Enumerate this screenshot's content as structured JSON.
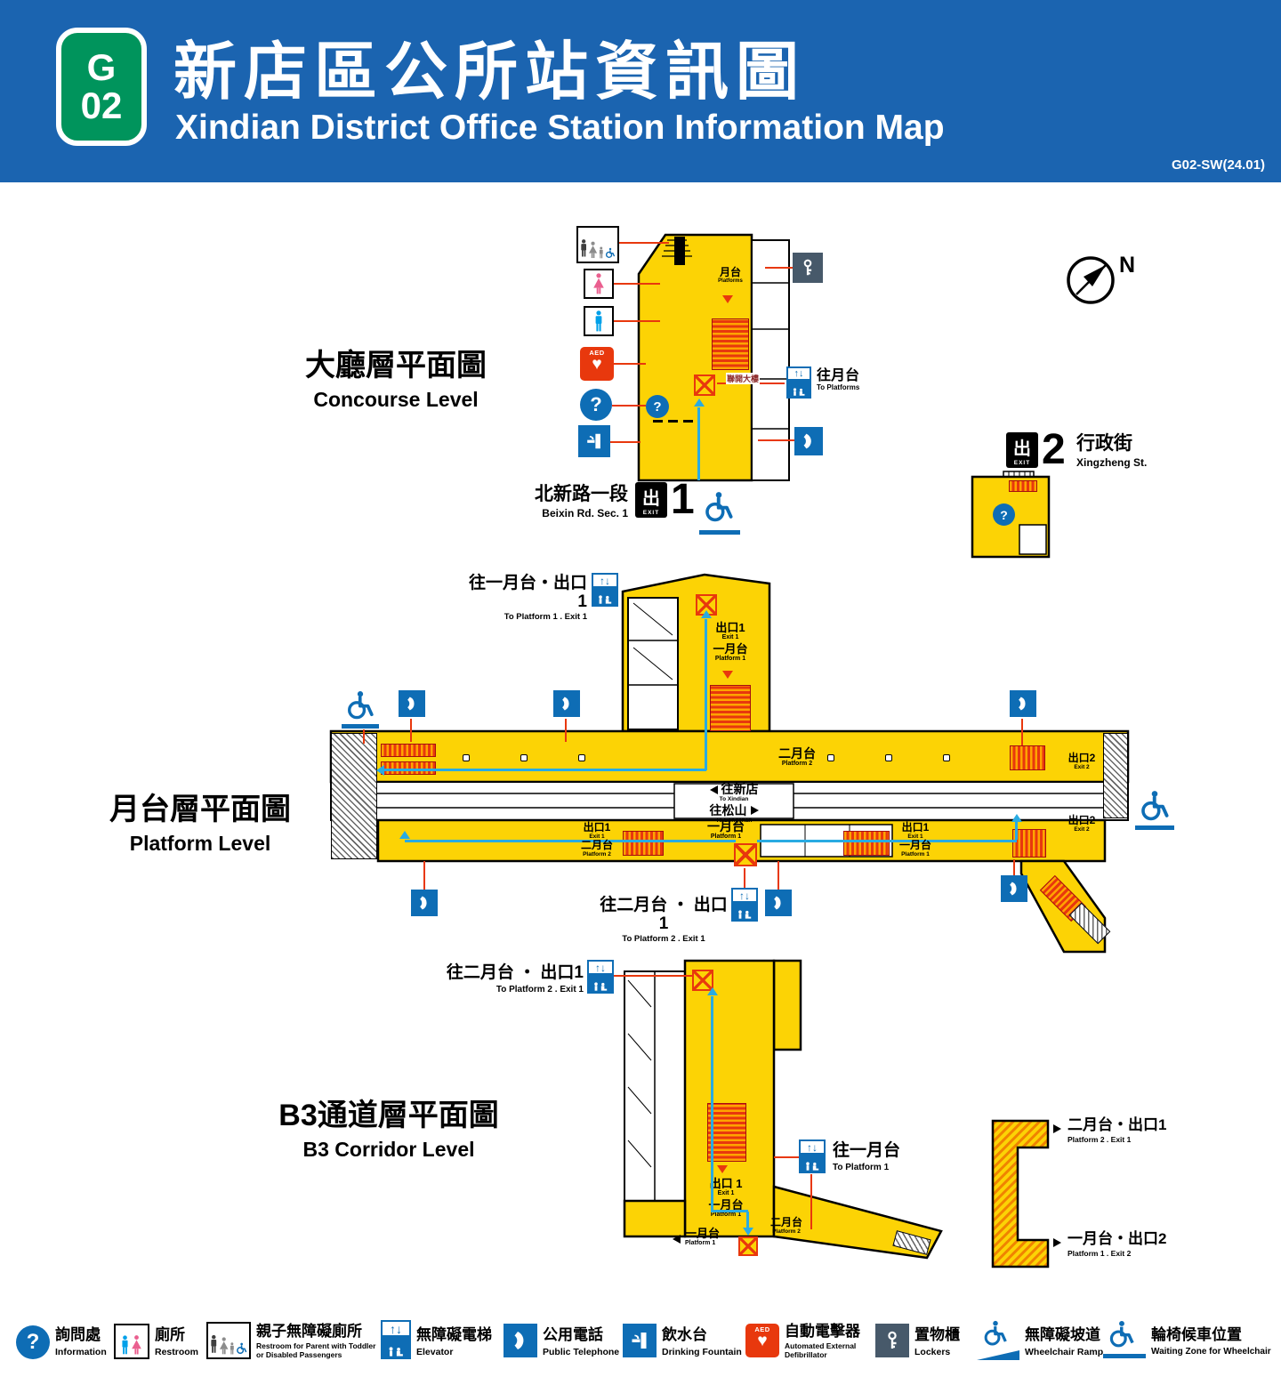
{
  "colors": {
    "header_blue": "#1b64b0",
    "line_green": "#00945c",
    "floor_yellow": "#fcd305",
    "alert_red": "#e8380d",
    "icon_blue": "#0e6db5",
    "route_cyan": "#29abe2"
  },
  "glyphs": {
    "question_mark": "?",
    "arrow_up": "↑",
    "arrow_down": "↓",
    "aed_label": "AED",
    "heart": "♥",
    "compass_north": "N"
  },
  "exits": {
    "char": "出",
    "word": "EXIT",
    "num1": "1",
    "num2": "2"
  },
  "header": {
    "line_letter": "G",
    "line_number": "02",
    "title_zh": "新店區公所站資訊圖",
    "title_en": "Xindian District Office Station Information Map",
    "version": "G02-SW(24.01)"
  },
  "concourse": {
    "label_zh": "大廳層平面圖",
    "label_en": "Concourse Level",
    "platforms_zh": "月台",
    "platforms_en": "Platforms",
    "to_platforms_zh": "往月台",
    "to_platforms_en": "To Platforms",
    "joint_building_zh": "聯開大樓",
    "exit1_road_zh": "北新路一段",
    "exit1_road_en": "Beixin Rd. Sec. 1",
    "exit2_road_zh": "行政街",
    "exit2_road_en": "Xingzheng St."
  },
  "platform": {
    "label_zh": "月台層平面圖",
    "label_en": "Platform Level",
    "route_p1_exit1_zh": "往一月台・出口1",
    "route_p1_exit1_en": "To Platform 1 . Exit 1",
    "route_p2_exit1_zh": "往二月台 ・ 出口1",
    "route_p2_exit1_en": "To Platform 2 . Exit 1",
    "stalk_exit1_zh": "出口1",
    "stalk_exit1_en": "Exit 1",
    "stalk_p1_zh": "一月台",
    "stalk_p1_en": "Platform 1",
    "platform2_zh": "二月台",
    "platform2_en": "Platform 2",
    "to_xindian_zh": "往新店",
    "to_xindian_en": "To Xindian",
    "to_songshan_zh": "往松山",
    "to_songshan_en": "To Songshan",
    "platform1_zh": "一月台",
    "platform1_en": "Platform 1",
    "left_exit1_zh": "出口1",
    "left_exit1_en": "Exit 1",
    "left_p2_zh": "二月台",
    "left_p2_en": "Platform 2",
    "right_exit1_zh": "出口1",
    "right_exit1_en": "Exit 1",
    "right_p1_zh": "一月台",
    "right_p1_en": "Platform 1",
    "exit2_upper_zh": "出口2",
    "exit2_upper_en": "Exit 2",
    "exit2_lower_zh": "出口2",
    "exit2_lower_en": "Exit 2"
  },
  "b3": {
    "label_zh": "B3通道層平面圖",
    "label_en": "B3 Corridor Level",
    "route_p2_exit1_zh": "往二月台 ・ 出口1",
    "route_p2_exit1_en": "To Platform 2 . Exit 1",
    "route_p1_zh": "往一月台",
    "route_p1_en": "To Platform 1",
    "mid_exit1_zh": "出口 1",
    "mid_exit1_en": "Exit 1",
    "mid_p1_zh": "一月台",
    "mid_p1_en": "Platform 1",
    "bottom_p1_zh": "一月台",
    "bottom_p1_en": "Platform 1",
    "bottom_p2_zh": "二月台",
    "bottom_p2_en": "Platform 2",
    "guide_top_zh": "二月台・出口1",
    "guide_top_en": "Platform 2 . Exit 1",
    "guide_bottom_zh": "一月台・出口2",
    "guide_bottom_en": "Platform 1 . Exit 2"
  },
  "legend": {
    "items": [
      {
        "zh": "詢問處",
        "en": "Information"
      },
      {
        "zh": "廁所",
        "en": "Restroom"
      },
      {
        "zh": "親子無障礙廁所",
        "en": "Restroom for Parent with Toddler",
        "en2": "or Disabled Passengers"
      },
      {
        "zh": "無障礙電梯",
        "en": "Elevator"
      },
      {
        "zh": "公用電話",
        "en": "Public Telephone"
      },
      {
        "zh": "飲水台",
        "en": "Drinking Fountain"
      },
      {
        "zh": "自動電擊器",
        "en": "Automated External",
        "en2": "Defibrillator"
      },
      {
        "zh": "置物櫃",
        "en": "Lockers"
      },
      {
        "zh": "無障礙坡道",
        "en": "Wheelchair Ramp"
      },
      {
        "zh": "輪椅候車位置",
        "en": "Waiting Zone for Wheelchair"
      }
    ]
  }
}
